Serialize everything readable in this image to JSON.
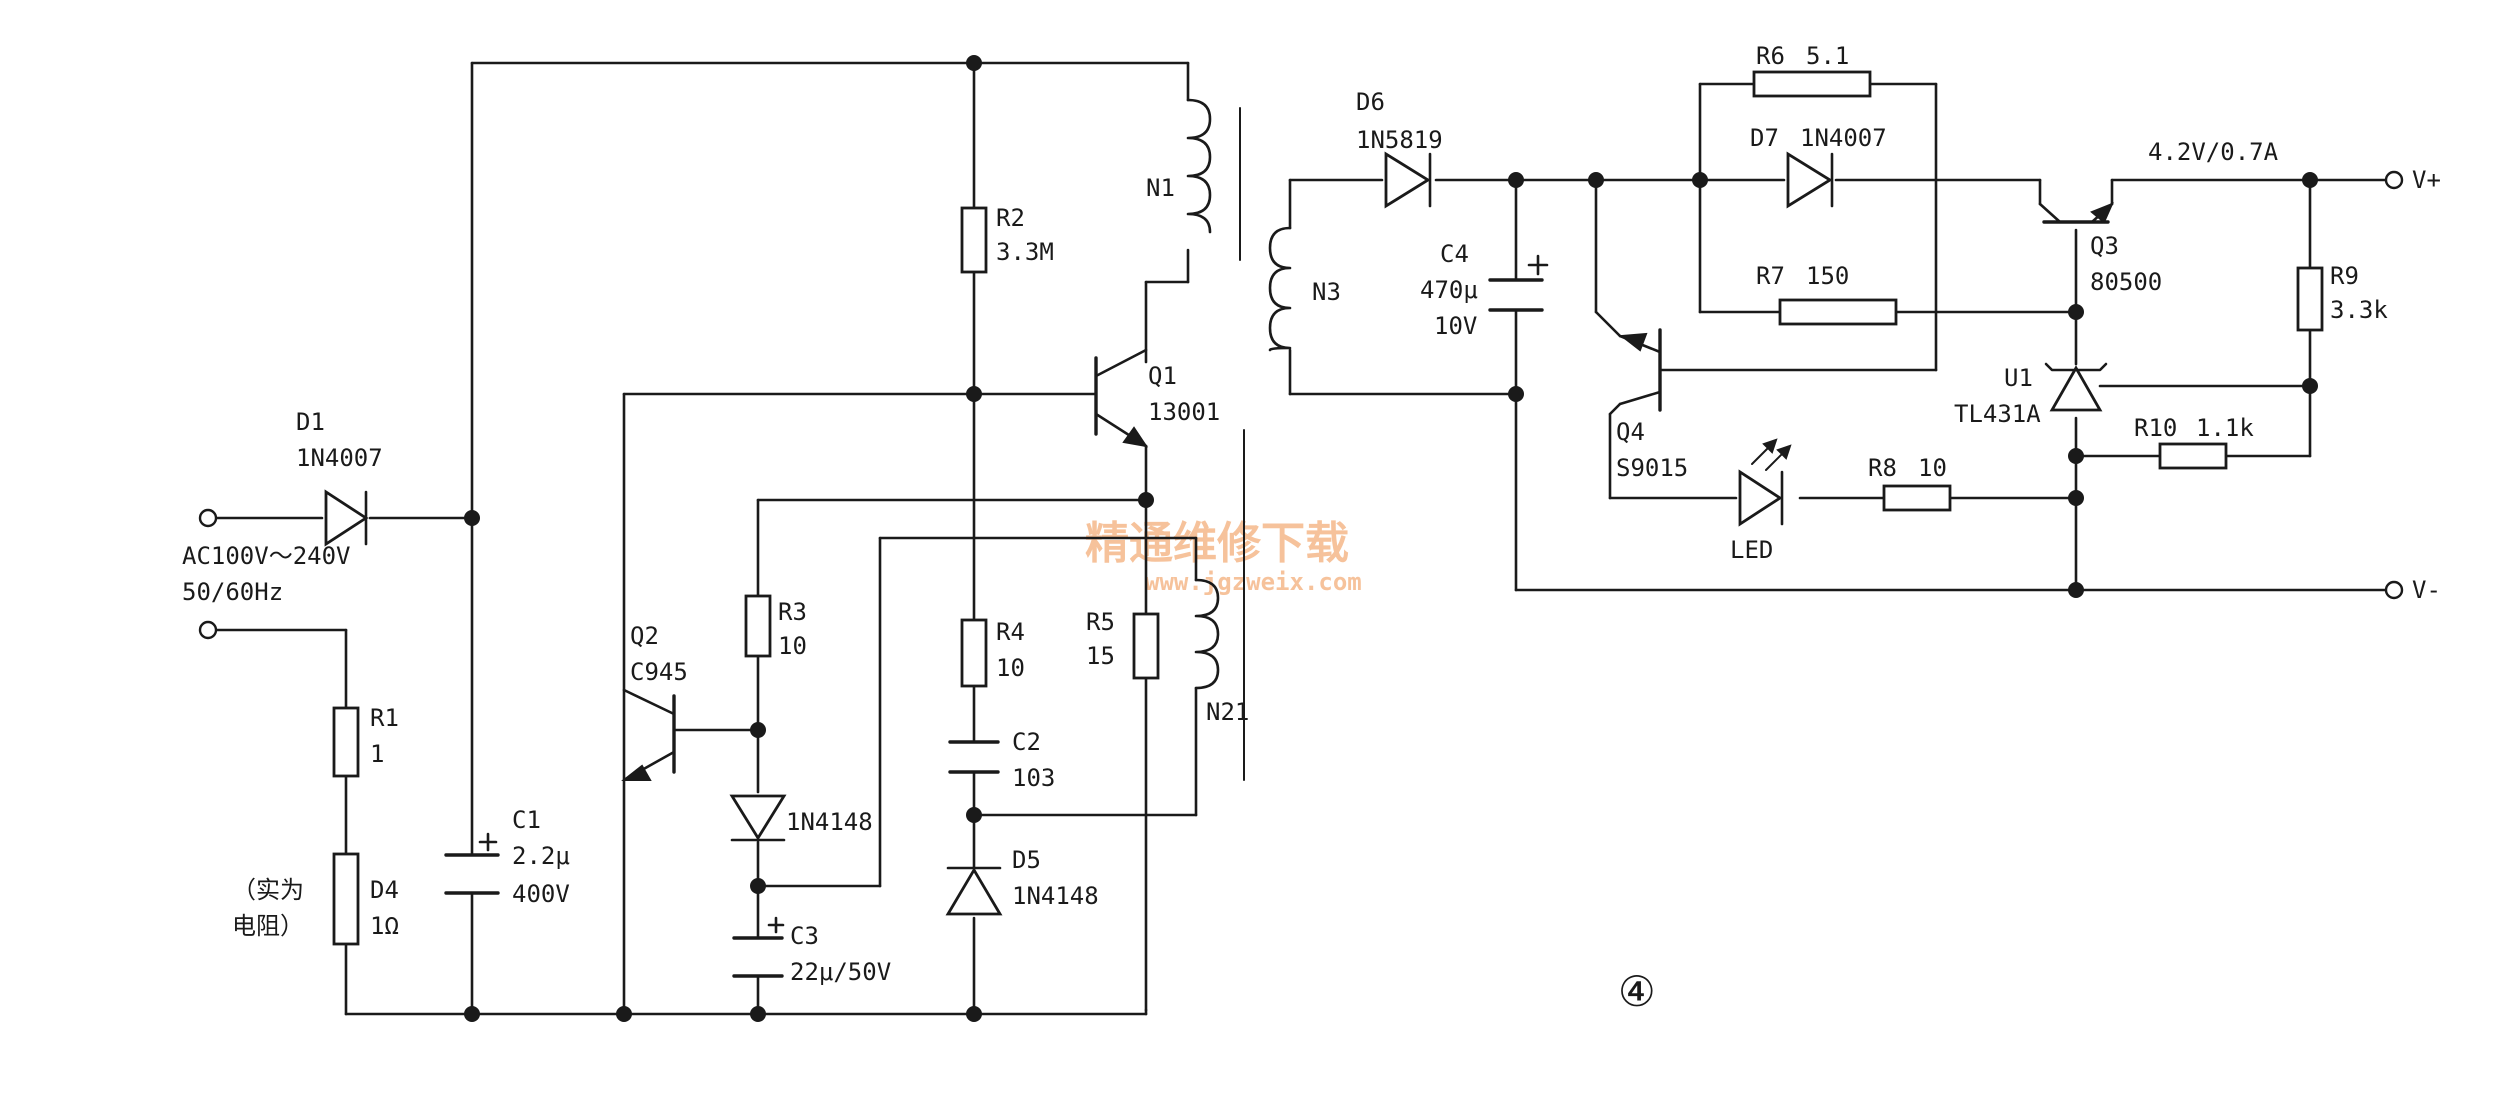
{
  "diagram": {
    "figure_number": "④",
    "watermark": {
      "text": "精通维修下载",
      "url": "www.jgzweix.com"
    },
    "input": {
      "ac_label": "AC100V～240V",
      "freq_label": "50/60Hz"
    },
    "outputs": {
      "v_plus": "V+",
      "v_minus": "V-",
      "rating": "4.2V/0.7A"
    },
    "note": {
      "line1": "（实为",
      "line2": "电阻）"
    },
    "components": {
      "D1": {
        "ref": "D1",
        "value": "1N4007"
      },
      "R1": {
        "ref": "R1",
        "value": "1"
      },
      "D4": {
        "ref": "D4",
        "value": "1Ω"
      },
      "C1": {
        "ref": "C1",
        "value1": "2.2μ",
        "value2": "400V"
      },
      "R2": {
        "ref": "R2",
        "value": "3.3M"
      },
      "Q1": {
        "ref": "Q1",
        "value": "13001"
      },
      "N1": {
        "ref": "N1"
      },
      "N21": {
        "ref": "N21"
      },
      "N3": {
        "ref": "N3"
      },
      "Q2": {
        "ref": "Q2",
        "value": "C945"
      },
      "R3": {
        "ref": "R3",
        "value": "10"
      },
      "D2": {
        "value": "1N4148"
      },
      "C3": {
        "ref": "C3",
        "value": "22μ/50V"
      },
      "R4": {
        "ref": "R4",
        "value": "10"
      },
      "C2": {
        "ref": "C2",
        "value": "103"
      },
      "D5": {
        "ref": "D5",
        "value": "1N4148"
      },
      "R5": {
        "ref": "R5",
        "value": "15"
      },
      "D6": {
        "ref": "D6",
        "value": "1N5819"
      },
      "C4": {
        "ref": "C4",
        "value1": "470μ",
        "value2": "10V"
      },
      "R6": {
        "ref": "R6",
        "value": "5.1"
      },
      "D7": {
        "ref": "D7",
        "value": "1N4007"
      },
      "R7": {
        "ref": "R7",
        "value": "150"
      },
      "Q3": {
        "ref": "Q3",
        "value": "80500"
      },
      "Q4": {
        "ref": "Q4",
        "value": "S9015"
      },
      "U1": {
        "ref": "U1",
        "value": "TL431A"
      },
      "R8": {
        "ref": "R8",
        "value": "10"
      },
      "LED": {
        "ref": "LED"
      },
      "R9": {
        "ref": "R9",
        "value": "3.3k"
      },
      "R10": {
        "ref": "R10",
        "value": "1.1k"
      }
    }
  }
}
